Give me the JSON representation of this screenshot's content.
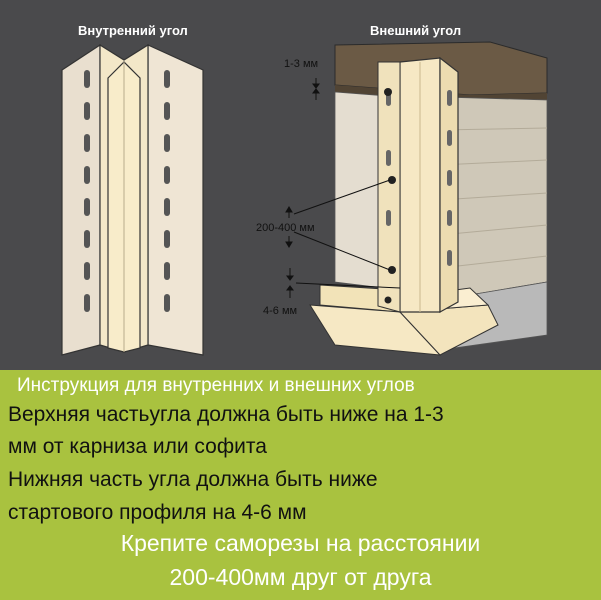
{
  "diagram": {
    "inner_title": "Внутренний угол",
    "outer_title": "Внешний угол",
    "dim_top": "1-3 мм",
    "dim_screws": "200-400 мм",
    "dim_bottom": "4-6 мм"
  },
  "instructions": {
    "heading": "Инструкция для внутренних и внешних углов",
    "line1": "Верхняя частьугла должна быть ниже на 1-3",
    "line2": "мм от карниза или софита",
    "line3": "Нижняя часть угла должна быть ниже",
    "line4": "стартового профиля на 4-6 мм",
    "footer1": "Крепите саморезы на расстоянии",
    "footer2": "200-400мм друг от друга"
  },
  "colors": {
    "background": "#4a4a4c",
    "panel": "#a9c23f",
    "profile": "#f6e8c4",
    "wall": "#ddd6c6",
    "roof": "#6b5a45"
  }
}
